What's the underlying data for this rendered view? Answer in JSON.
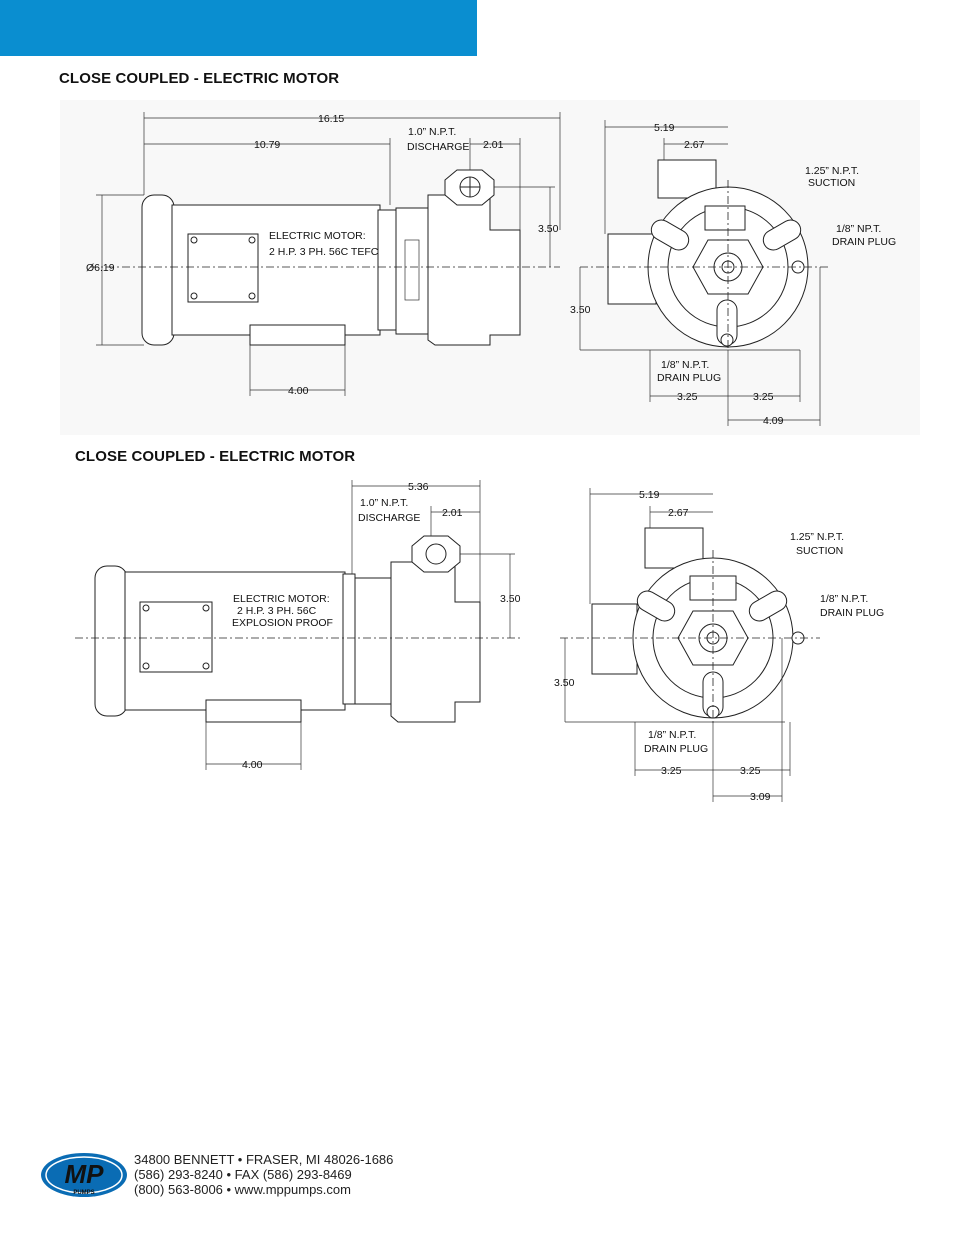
{
  "header": {
    "bar_color": "#0a8ed0"
  },
  "sections": [
    {
      "title": "CLOSE COUPLED - ELECTRIC MOTOR",
      "side_view": {
        "dims": {
          "overall": "16.15",
          "motor": "10.79",
          "discharge_offset": "2.01",
          "height": "3.50",
          "diameter": "Ø6.19",
          "foot": "4.00"
        },
        "discharge_label": [
          "1.0” N.P.T.",
          "DISCHARGE"
        ],
        "motor_label": [
          "ELECTRIC MOTOR:",
          "2 H.P. 3 PH. 56C TEFC"
        ]
      },
      "end_view": {
        "dims": {
          "width": "5.19",
          "inlet": "2.67",
          "height": "3.50",
          "left_base": "3.25",
          "right_base": "3.25",
          "drain_offset": "4.09"
        },
        "suction_label": [
          "1.25” N.P.T.",
          "SUCTION"
        ],
        "drain_side_label": [
          "1/8” NP.T.",
          "DRAIN PLUG"
        ],
        "drain_bottom_label": [
          "1/8” N.P.T.",
          "DRAIN PLUG"
        ]
      }
    },
    {
      "title": "CLOSE COUPLED - ELECTRIC MOTOR",
      "side_view": {
        "dims": {
          "pump": "5.36",
          "discharge_offset": "2.01",
          "height": "3.50",
          "foot": "4.00"
        },
        "discharge_label": [
          "1.0” N.P.T.",
          "DISCHARGE"
        ],
        "motor_label": [
          "ELECTRIC MOTOR:",
          "2 H.P. 3 PH. 56C",
          "EXPLOSION PROOF"
        ]
      },
      "end_view": {
        "dims": {
          "width": "5.19",
          "inlet": "2.67",
          "height": "3.50",
          "left_base": "3.25",
          "right_base": "3.25",
          "drain_offset": "3.09"
        },
        "suction_label": [
          "1.25” N.P.T.",
          "SUCTION"
        ],
        "drain_side_label": [
          "1/8” N.P.T.",
          "DRAIN PLUG"
        ],
        "drain_bottom_label": [
          "1/8” N.P.T.",
          "DRAIN PLUG"
        ]
      }
    }
  ],
  "footer": {
    "logo_text": "MP",
    "logo_sub": "PUMPS",
    "address": "34800 BENNETT • FRASER, MI 48026-1686",
    "phone": "(586) 293-8240 • FAX (586) 293-8469",
    "web": "(800) 563-8006 • www.mppumps.com",
    "logo_color": "#0a6cb4"
  }
}
